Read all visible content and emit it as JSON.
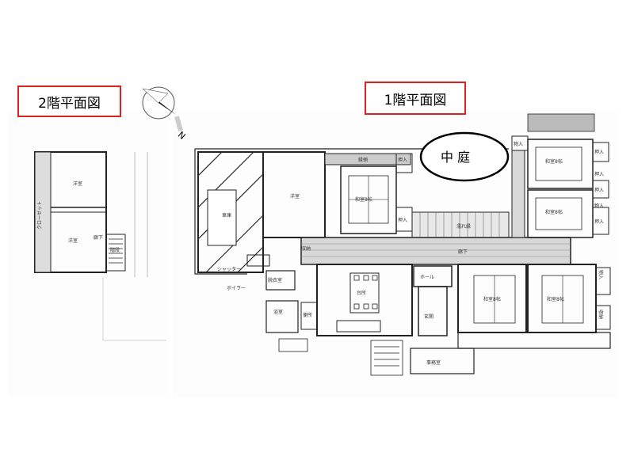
{
  "titles": {
    "floor2": "2階平面図",
    "floor1": "1階平面図"
  },
  "compass": {
    "letter": "N"
  },
  "courtyard": {
    "label": "中 庭"
  },
  "floor2": {
    "rooms": {
      "upper": "洋室",
      "lower": "洋室",
      "stair": "階段",
      "hall": "廊下",
      "side": "クローゼット"
    }
  },
  "floor1": {
    "rooms": {
      "garage": "車庫",
      "western": "洋室",
      "japanese8a": "和室8帖",
      "engawa": "縁側",
      "oshiire1": "押入",
      "oshiire2": "押入",
      "nurewen": "濡れ縁",
      "corridor": "廊下",
      "hall": "ホール",
      "genkan": "玄関",
      "kitchen": "台所",
      "japanese8b": "和室8帖",
      "japanese8c": "和室8帖",
      "japanese8d": "和室8帖",
      "japanese8e": "和室8帖",
      "bath": "浴室",
      "dressing": "脱衣室",
      "toilet": "便所",
      "shutter": "シャッター",
      "boiler": "ボイラー",
      "office": "事務室",
      "oshiire3": "押入",
      "oshiire4": "押入",
      "oshiire5": "押入",
      "oshiire6": "押入",
      "closet1": "物入",
      "closet2": "物入",
      "closet3": "物入",
      "closet4": "収納",
      "closet5": "収納"
    }
  }
}
